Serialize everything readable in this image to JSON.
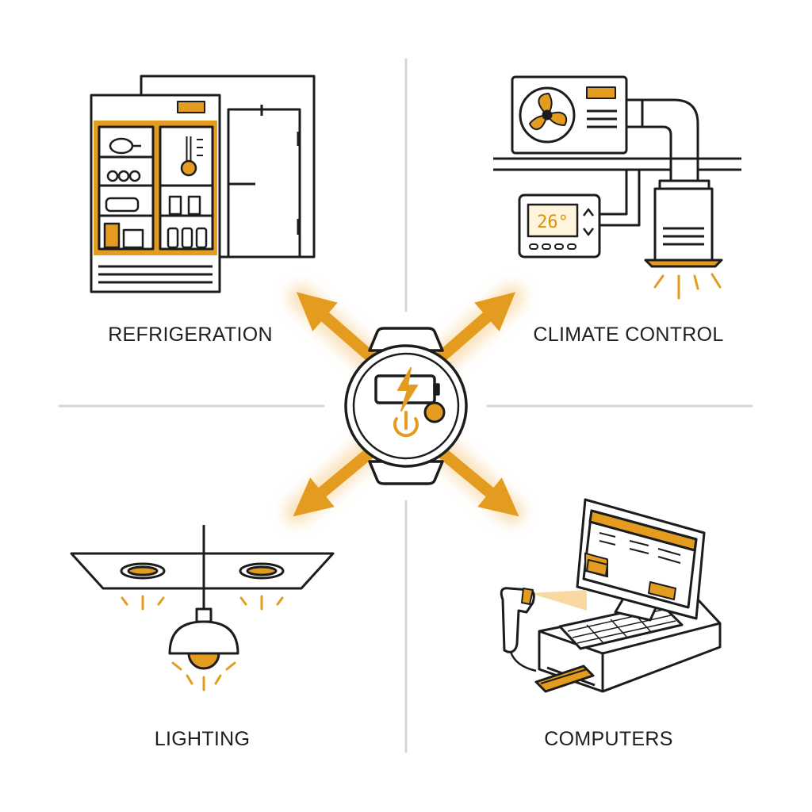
{
  "colors": {
    "accent": "#e39c1f",
    "line": "#1c1c1c",
    "divider": "#d6d6d6",
    "background": "#ffffff"
  },
  "hub": {
    "icon": "smartwatch-power-icon"
  },
  "quadrants": [
    {
      "id": "refrigeration",
      "label": "REFRIGERATION",
      "icon": "refrigerator-icon"
    },
    {
      "id": "climate",
      "label": "CLIMATE CONTROL",
      "icon": "air-conditioner-icon"
    },
    {
      "id": "lighting",
      "label": "LIGHTING",
      "icon": "ceiling-light-icon"
    },
    {
      "id": "computers",
      "label": "COMPUTERS",
      "icon": "pos-computer-icon"
    }
  ],
  "thermostat": {
    "reading": "26°"
  }
}
